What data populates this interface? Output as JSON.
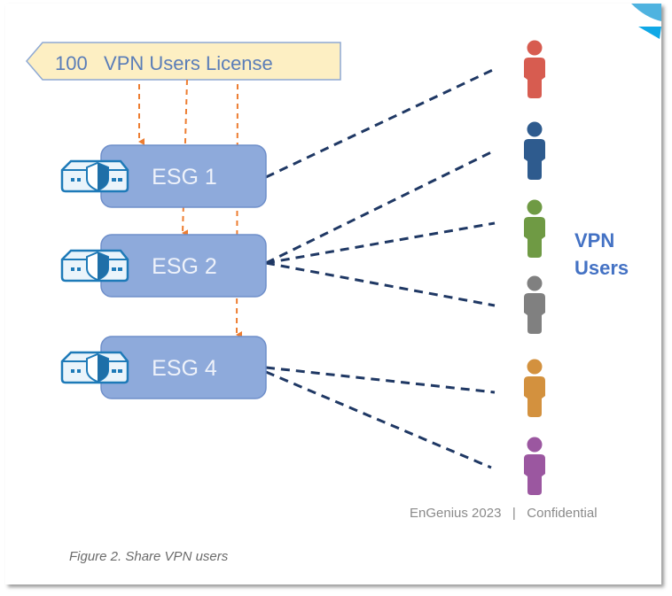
{
  "license_banner": "100   VPN Users License",
  "gateways": [
    {
      "label": "ESG 1"
    },
    {
      "label": "ESG 2"
    },
    {
      "label": "ESG 4"
    }
  ],
  "users_label_line1": "VPN",
  "users_label_line2": "Users",
  "user_colors": [
    "#d75c50",
    "#2e5b8e",
    "#6f9a44",
    "#808080",
    "#d3913e",
    "#9b57a0"
  ],
  "footer": "EnGenius 2023   |   Confidential",
  "caption": "Figure 2. Share VPN users",
  "colors": {
    "esg_fill": "#8eaadb",
    "banner_fill": "#fdefc3",
    "link_line": "#1f3864",
    "license_line": "#ed7d31"
  }
}
